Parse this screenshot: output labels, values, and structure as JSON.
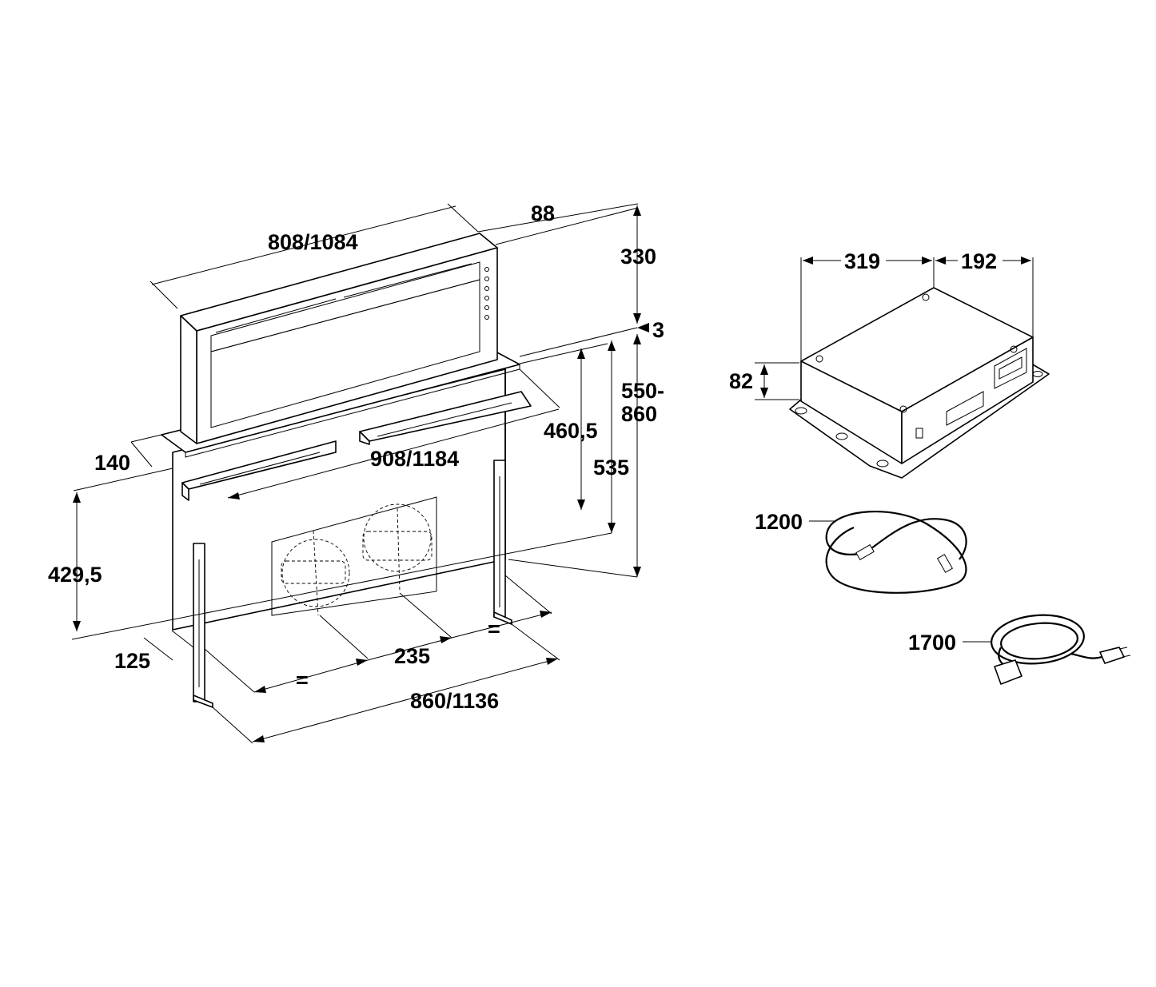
{
  "labels": {
    "width_top": "808/1084",
    "depth_top": "88",
    "height_top": "330",
    "gap": "3",
    "range1": "550-",
    "range2": "860",
    "h_460": "460,5",
    "h_535": "535",
    "frame_width": "908/1184",
    "depth_140": "140",
    "h_429": "429,5",
    "d_125": "125",
    "d_235": "235",
    "eq1": "=",
    "eq2": "=",
    "base_width": "860/1136",
    "box_w": "319",
    "box_d": "192",
    "box_h": "82",
    "cable1": "1200",
    "cable2": "1700"
  }
}
